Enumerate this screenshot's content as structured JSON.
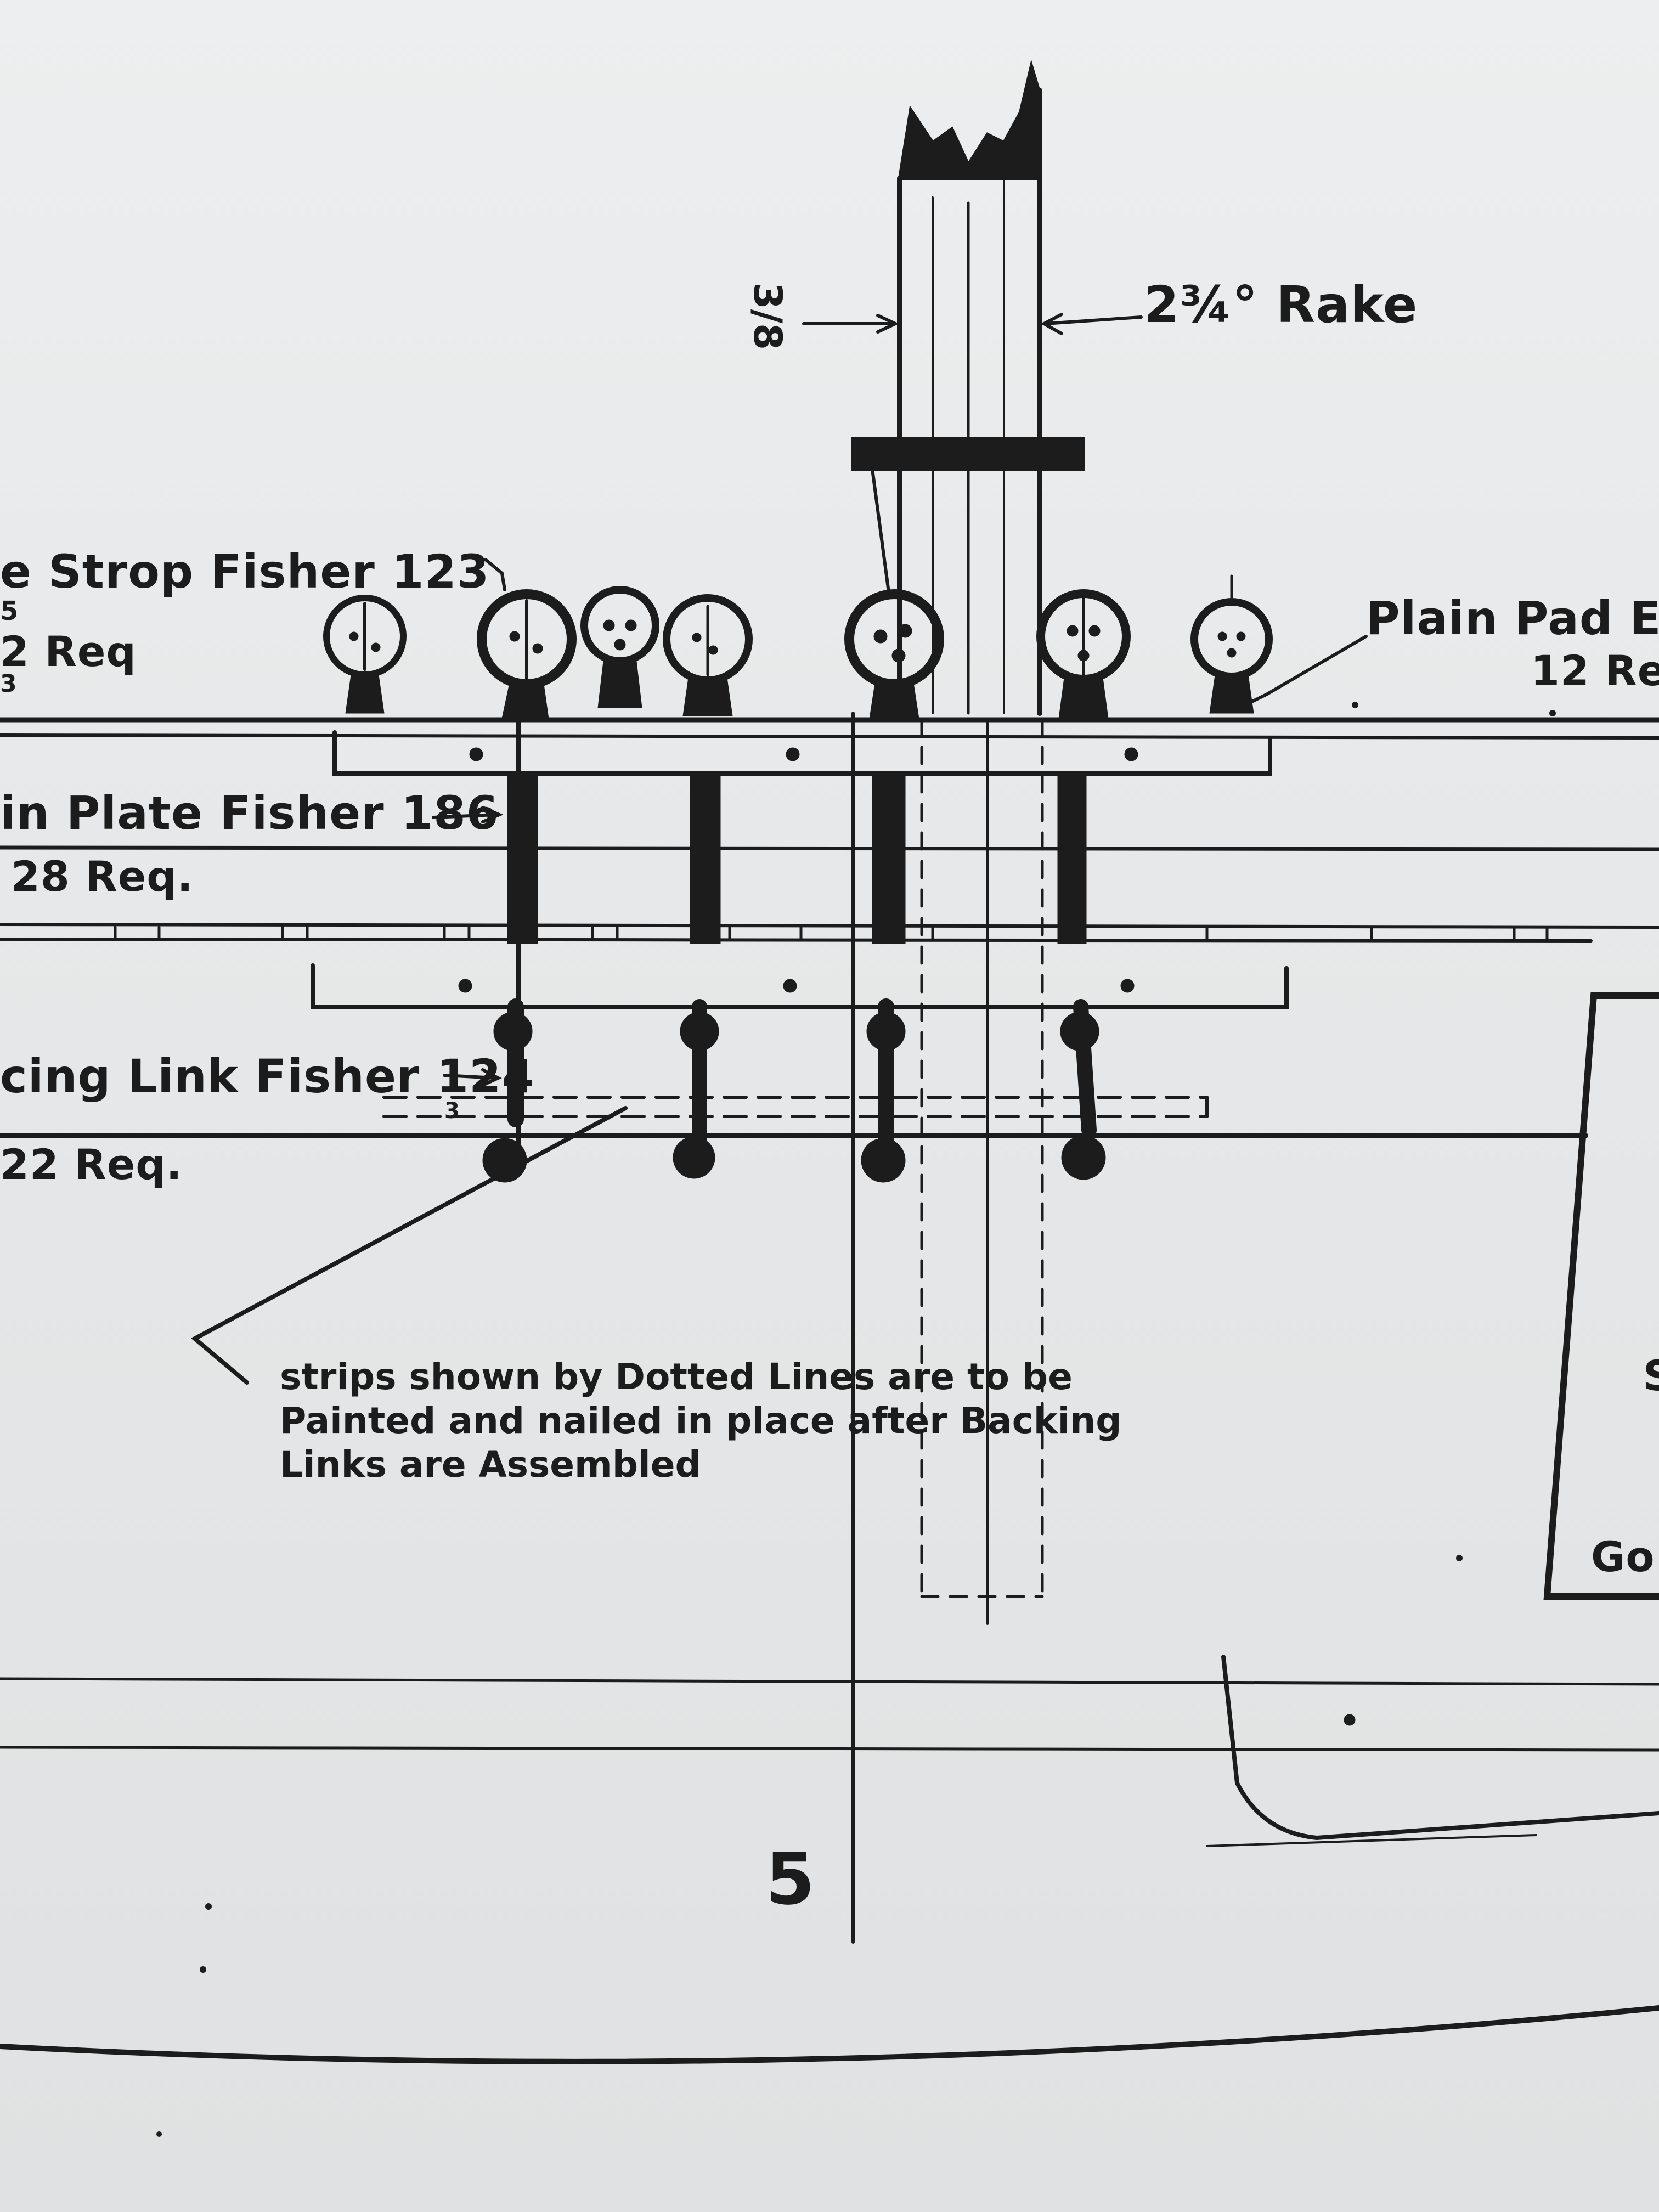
{
  "labels": {
    "strop_fisher": "e Strop Fisher 123",
    "strop_fraction_fragment": "5",
    "strop_req": "2 Req",
    "strop_fragment_b": "3",
    "pin_plate_fisher": "in Plate Fisher 186",
    "pin_plate_req": "28 Req.",
    "backing_link_fisher": "cing Link Fisher 124",
    "backing_link_fraction": "3",
    "backing_link_req": "22 Req.",
    "plain_pad": "Plain Pad E",
    "plain_pad_req": "12 Re",
    "mast_width": "3/8",
    "rake": "2¾° Rake",
    "page_number": "5",
    "right_box_text_1": "S",
    "right_box_text_2": "Go"
  },
  "note": {
    "line1": "strips shown by Dotted Lines are to be",
    "line2": "Painted and nailed in place after Backing",
    "line3": "Links are Assembled"
  },
  "colors": {
    "ink": "#1c1c1c",
    "paper": "#e6e8e9"
  }
}
